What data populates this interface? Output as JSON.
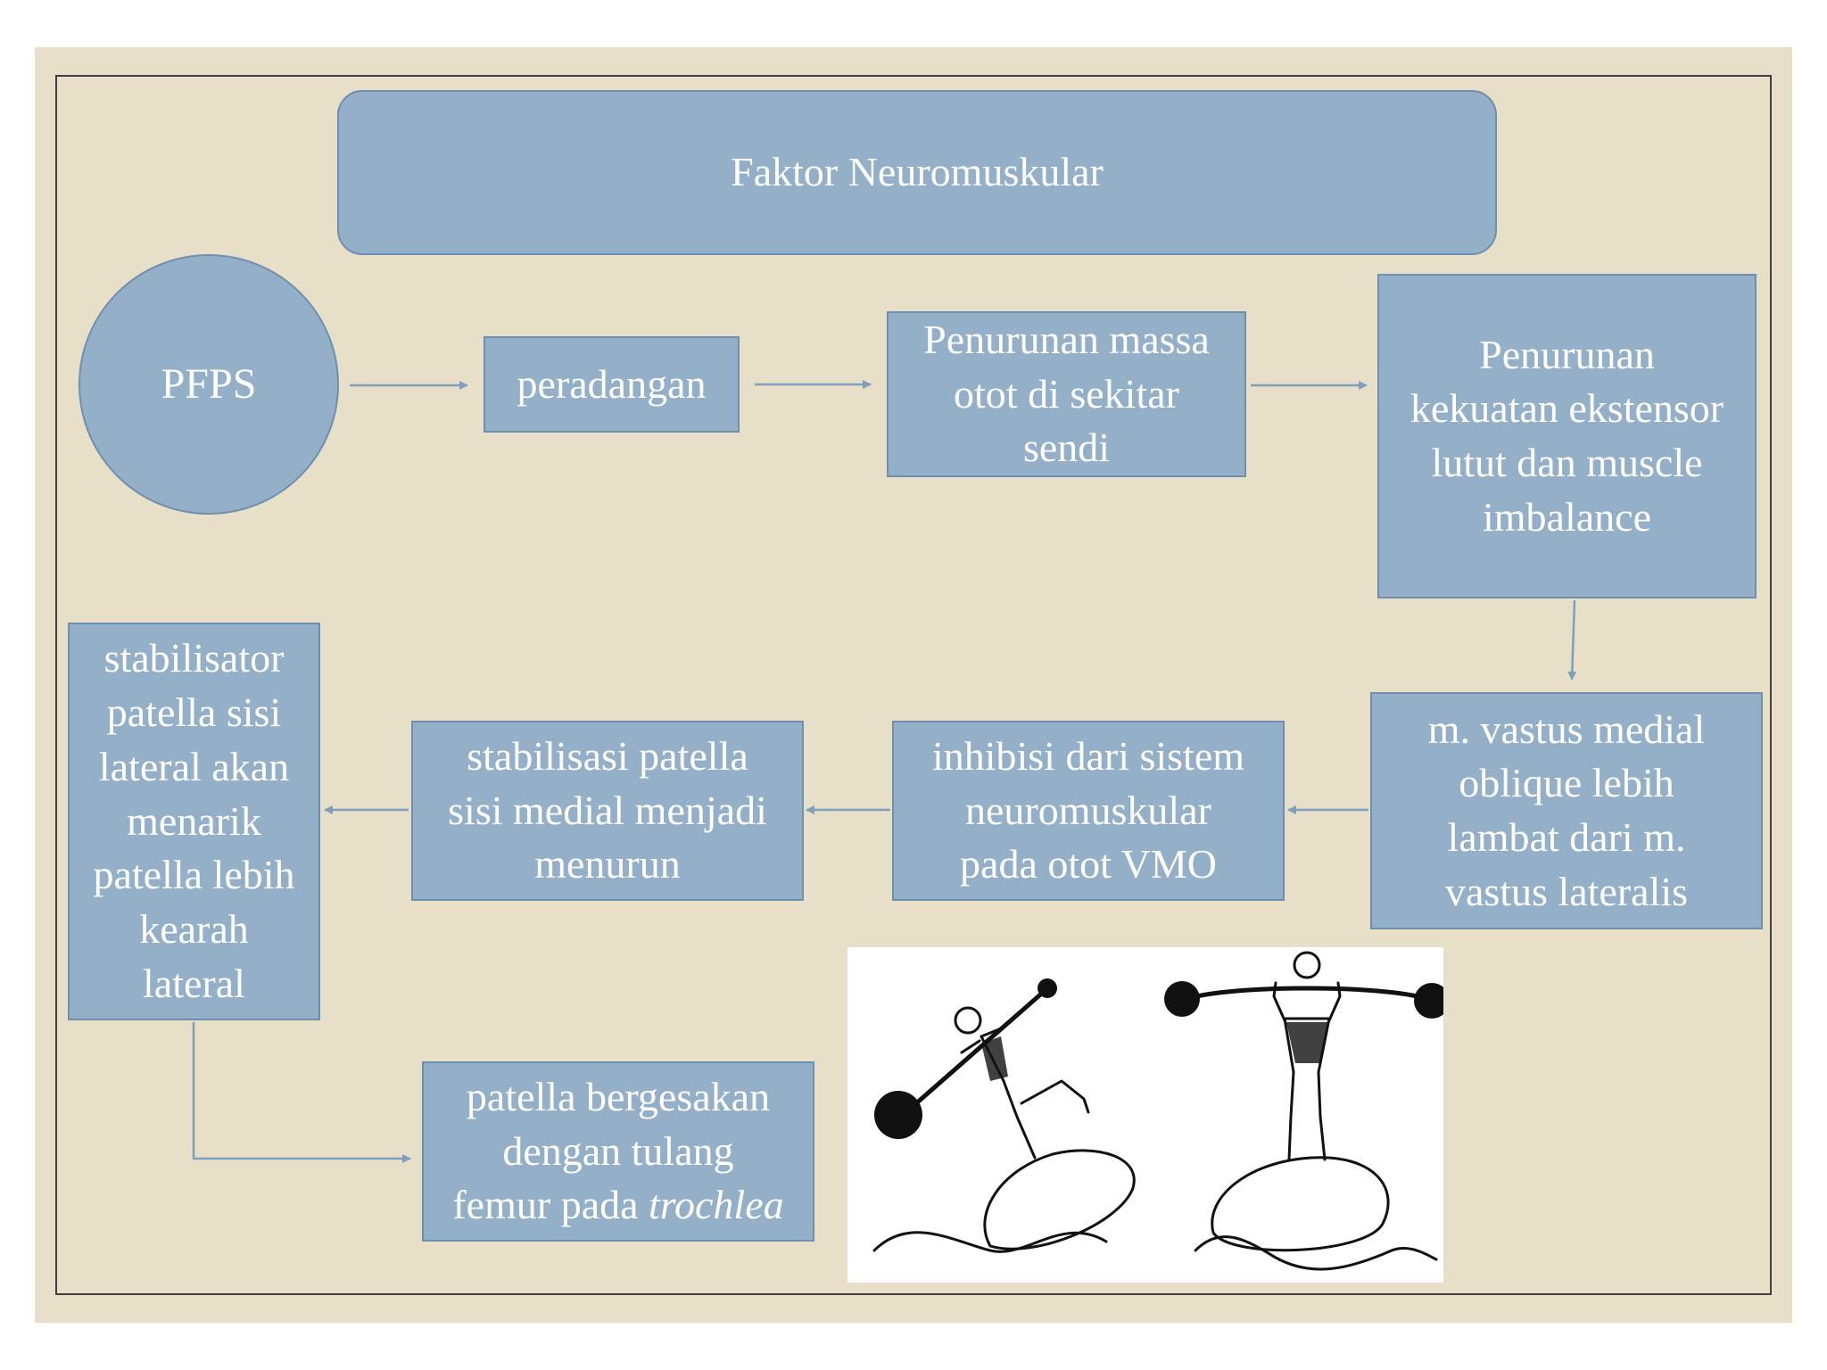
{
  "title": "Faktor Neuromuskular",
  "nodes": {
    "pfps": "PFPS",
    "peradangan": "peradangan",
    "penurunan_massa": [
      "Penurunan massa",
      "otot di sekitar",
      "sendi"
    ],
    "penurunan_kekuatan": [
      "Penurunan",
      "kekuatan ekstensor",
      "lutut dan muscle",
      "imbalance"
    ],
    "vastus": [
      "m. vastus medial",
      "oblique lebih",
      "lambat dari m.",
      "vastus lateralis"
    ],
    "inhibisi": [
      "inhibisi dari sistem",
      "neuromuskular",
      "pada otot VMO"
    ],
    "stabilisasi": [
      "stabilisasi patella",
      "sisi medial menjadi",
      "menurun"
    ],
    "stabilisator": [
      "stabilisator",
      "patella sisi",
      "lateral akan",
      "menarik",
      "patella lebih",
      "kearah",
      "lateral"
    ],
    "patella_bergesekan": {
      "line1": "patella bergesakan",
      "line2": "dengan tulang",
      "line3_prefix": "femur pada ",
      "line3_italic": "trochlea"
    }
  },
  "colors": {
    "box_fill": "#94afc8",
    "box_border": "#6f8fae",
    "background": "#e8dfc8",
    "arrow": "#7f9fbf"
  }
}
